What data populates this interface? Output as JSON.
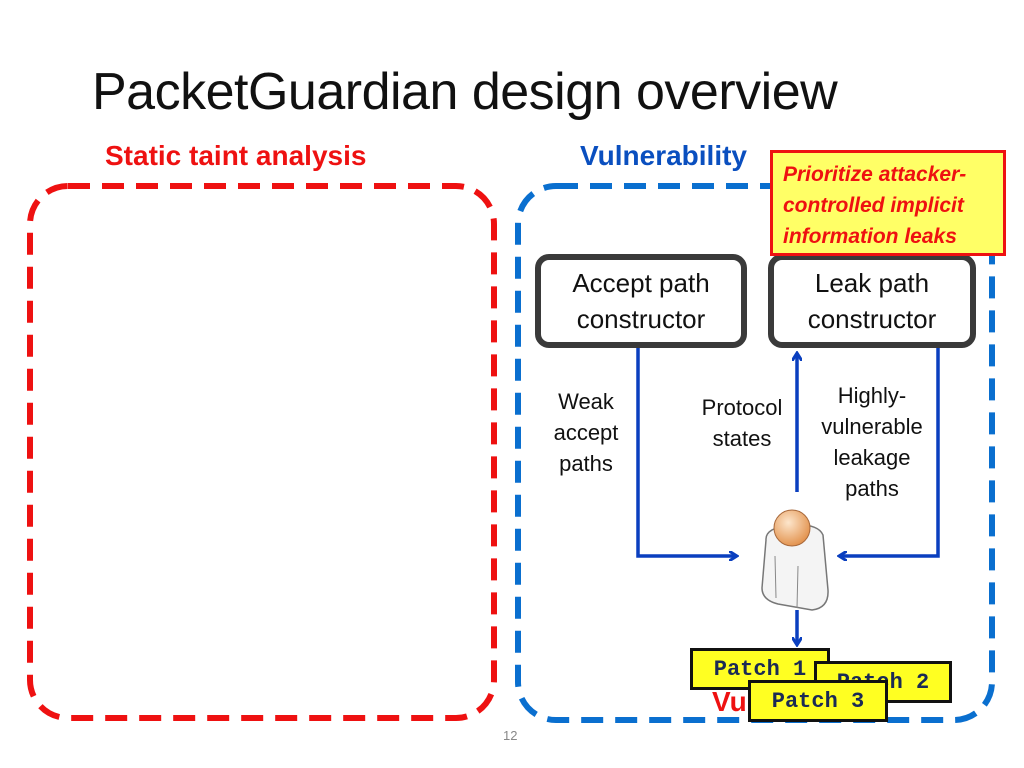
{
  "slide": {
    "title": "PacketGuardian design overview",
    "page_number": "12"
  },
  "sections": {
    "static": {
      "label": "Static taint analysis",
      "color": "#ee1111"
    },
    "vulnerability": {
      "label": "Vulnerability",
      "color": "#0a4fbf"
    }
  },
  "callout": {
    "text": "Prioritize attacker-\ncontrolled  implicit\ninformation leaks"
  },
  "nodes": {
    "accept": "Accept path\nconstructor",
    "leak": "Leak path\nconstructor"
  },
  "edge_labels": {
    "weak": "Weak\naccept\npaths",
    "protocol": "Protocol\nstates",
    "highly": "Highly-\nvulnerable\nleakage\npaths"
  },
  "patches": [
    "Patch 1",
    "Patch 2",
    "Patch 3"
  ],
  "fragment": "Vu",
  "icons": {
    "analyst": "user-icon"
  }
}
